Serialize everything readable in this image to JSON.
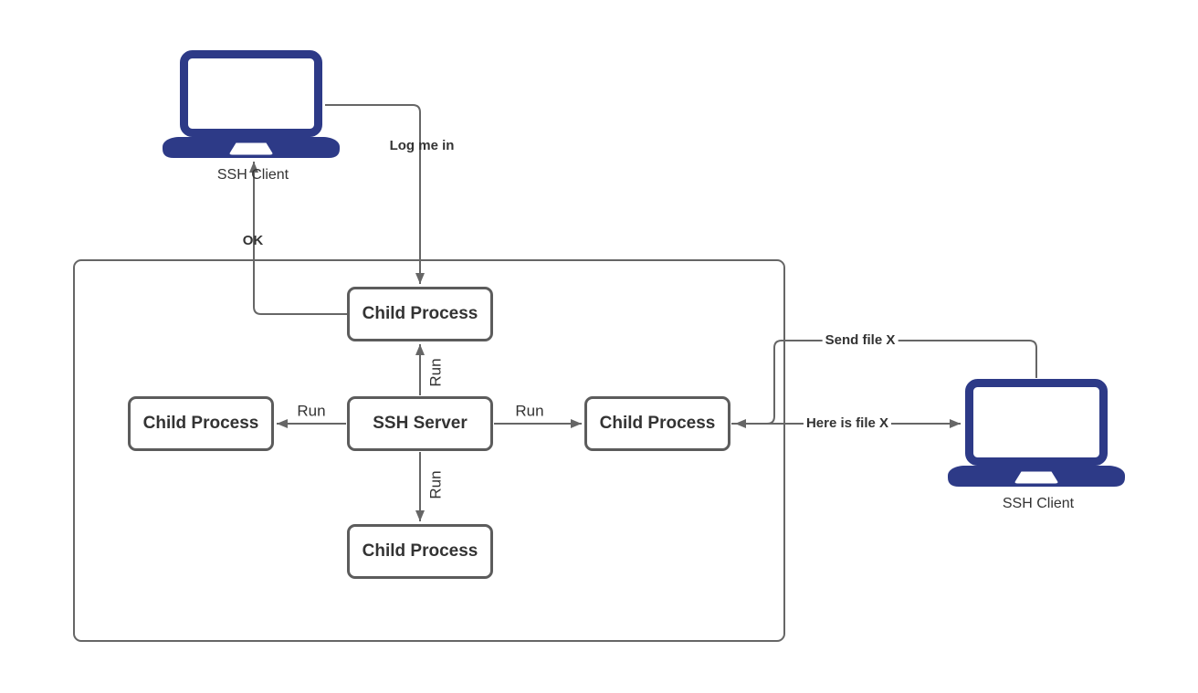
{
  "colors": {
    "line": "#666666",
    "box-border": "#5c5c5c",
    "text": "#333333",
    "laptop": "#2d3a87",
    "canvas-bg": "#ffffff"
  },
  "nodes": {
    "child_top": {
      "label": "Child Process"
    },
    "child_left": {
      "label": "Child Process"
    },
    "server": {
      "label": "SSH Server"
    },
    "child_right": {
      "label": "Child Process"
    },
    "child_bottom": {
      "label": "Child Process"
    },
    "client_left": {
      "label": "SSH Client"
    },
    "client_right": {
      "label": "SSH Client"
    }
  },
  "edges": {
    "log_me_in": {
      "label": "Log me in"
    },
    "ok": {
      "label": "OK"
    },
    "run_up": {
      "label": "Run"
    },
    "run_down": {
      "label": "Run"
    },
    "run_left": {
      "label": "Run"
    },
    "run_right": {
      "label": "Run"
    },
    "send_file": {
      "label": "Send file X"
    },
    "here_is_file": {
      "label": "Here is file X"
    }
  }
}
